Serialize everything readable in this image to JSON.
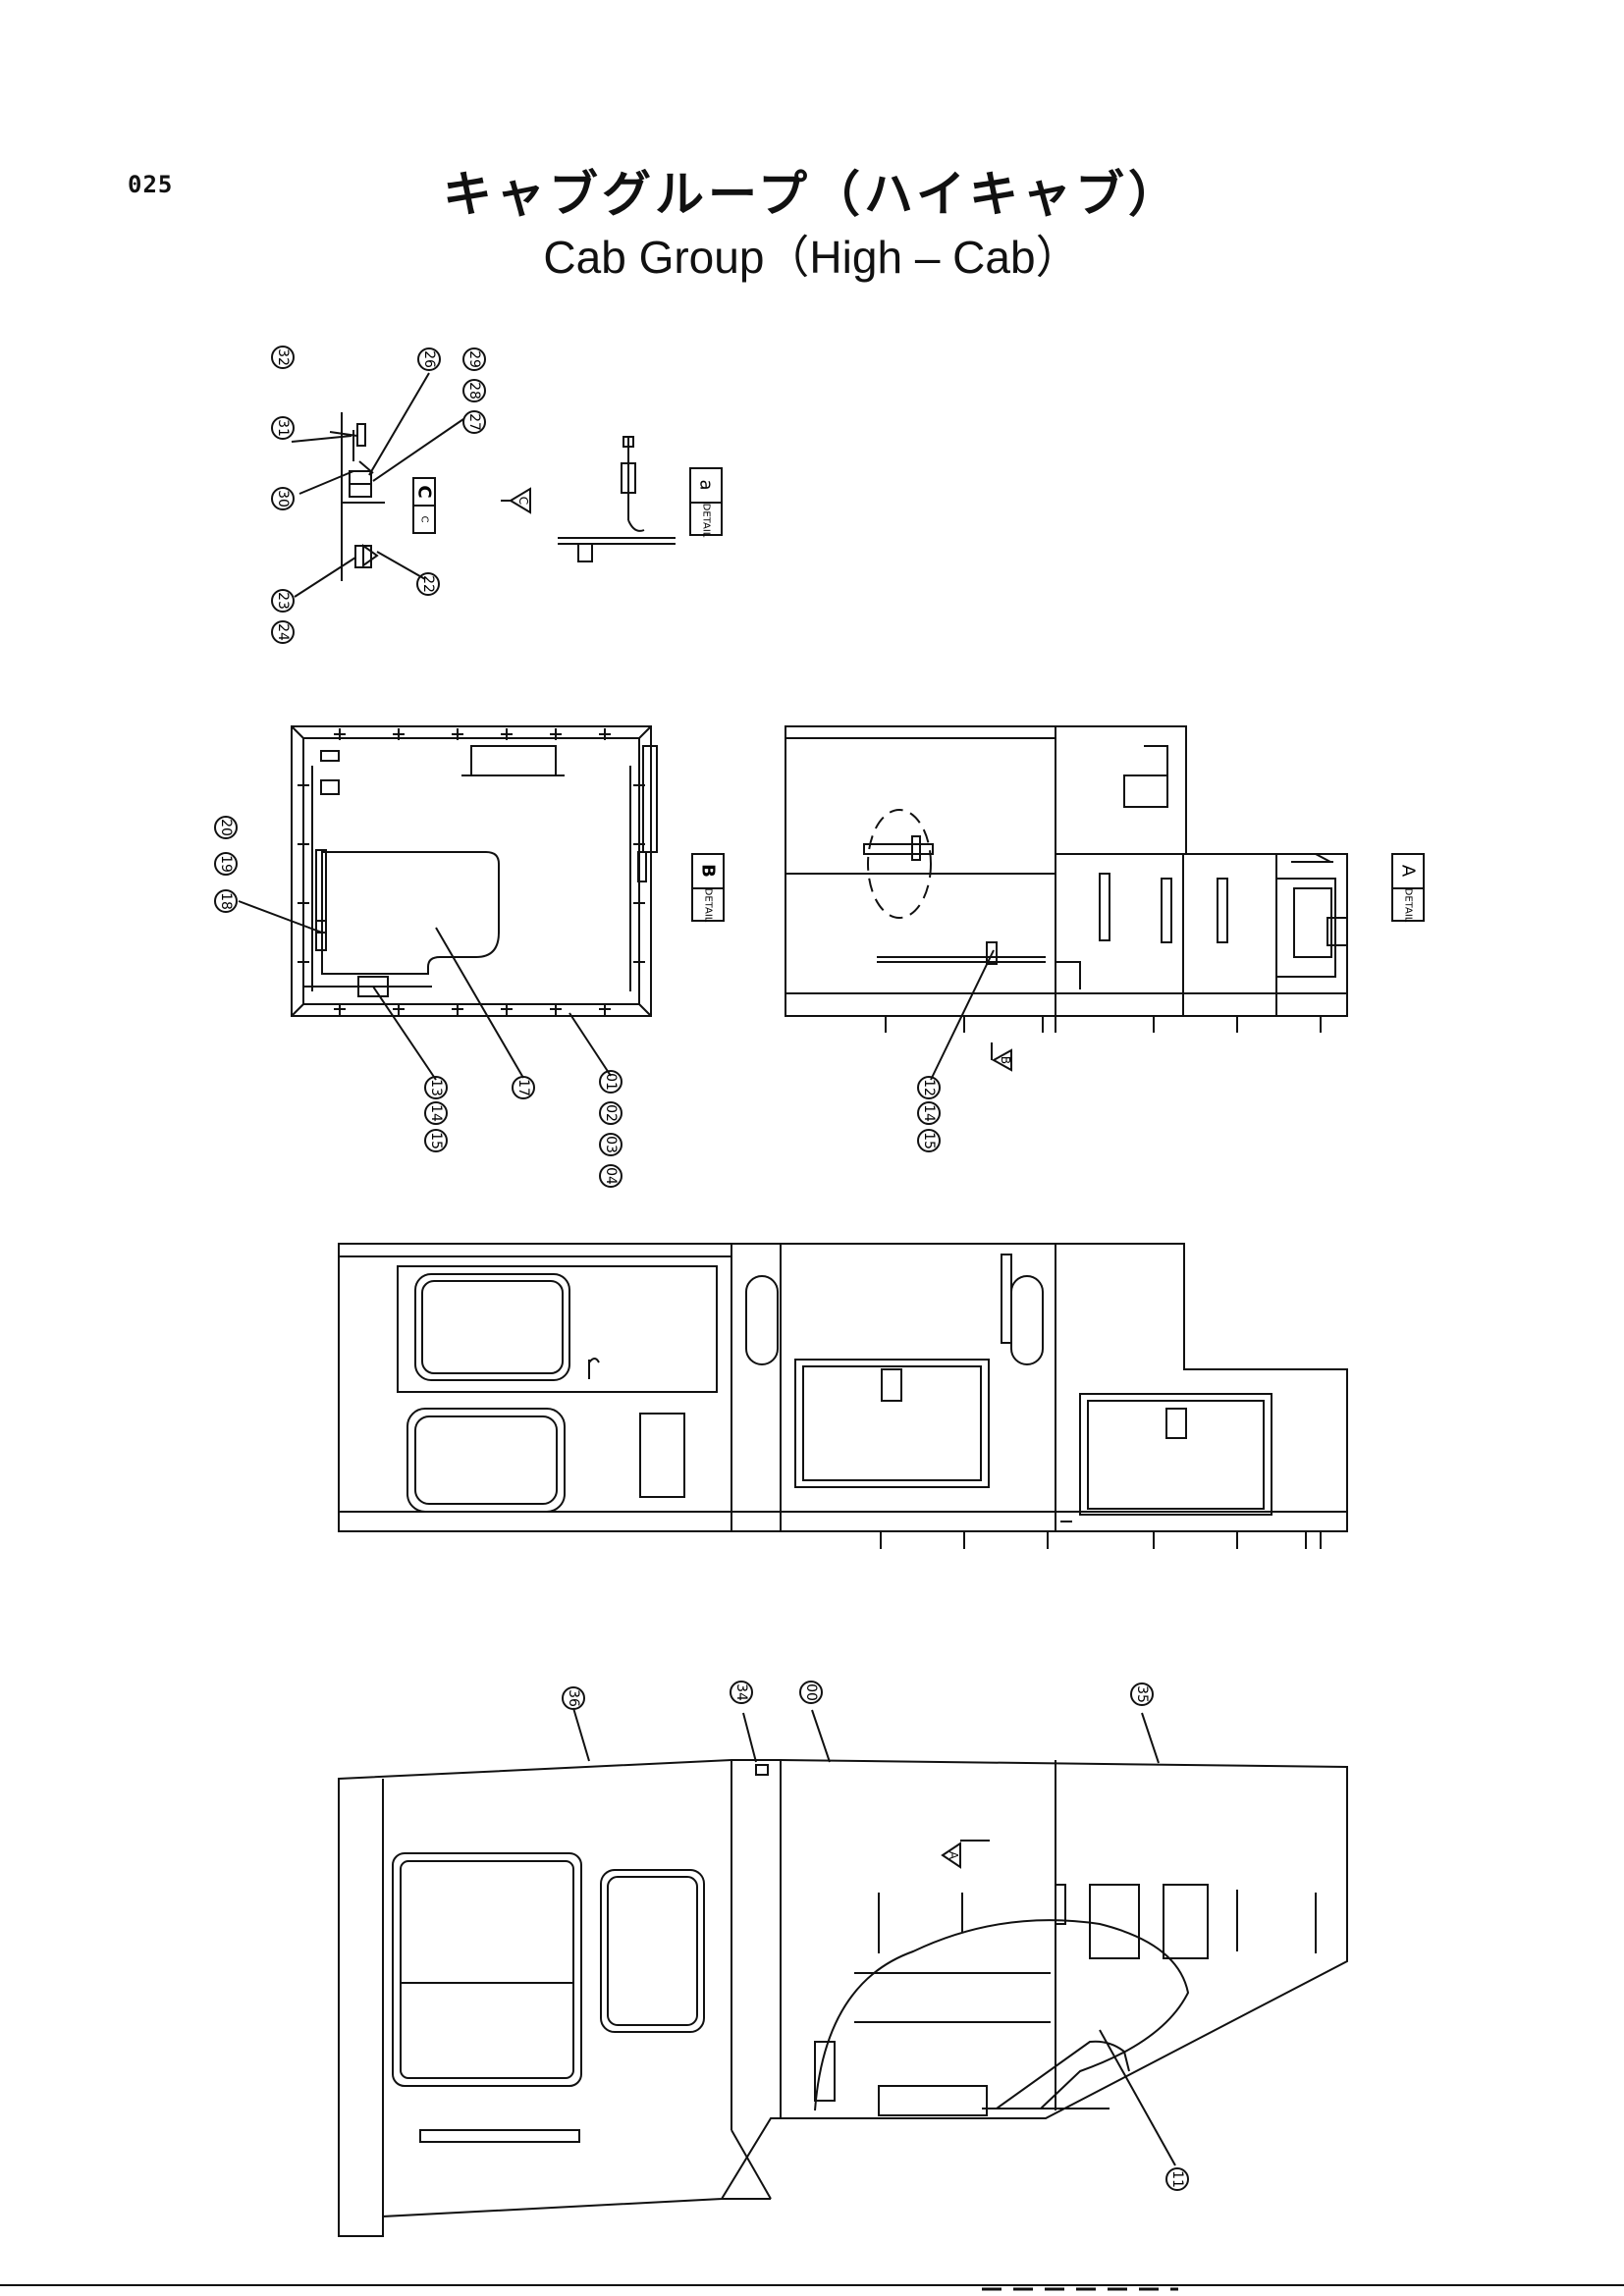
{
  "header": {
    "page_number": "025",
    "title_jp": "キャブグループ（ハイキャブ）",
    "title_en": "Cab  Group（High – Cab）"
  },
  "callouts": {
    "c32": "32",
    "c31": "31",
    "c30": "30",
    "c26": "26",
    "c29": "29",
    "c28": "28",
    "c27": "27",
    "c22": "22",
    "c23": "23",
    "c24": "24",
    "c18": "18",
    "c19": "19",
    "c20": "20",
    "c13": "13",
    "c14": "14",
    "c15": "15",
    "c17": "17",
    "c01": "01",
    "c02": "02",
    "c03": "03",
    "c04": "04",
    "c12": "12",
    "c14b": "14",
    "c15b": "15",
    "c36": "36",
    "c34": "34",
    "c00": "00",
    "c35": "35",
    "c11": "11"
  },
  "detail_tags": {
    "c_letter": "C",
    "c_small": "C",
    "a_letter": "a",
    "a_word": "DETAIL",
    "b_letter": "B",
    "b_word": "DETAIL",
    "aa_letter": "A",
    "aa_word": "DETAIL"
  },
  "view_arrows": {
    "c_arrow": "C",
    "b_arrow": "B",
    "a_arrow": "A"
  }
}
